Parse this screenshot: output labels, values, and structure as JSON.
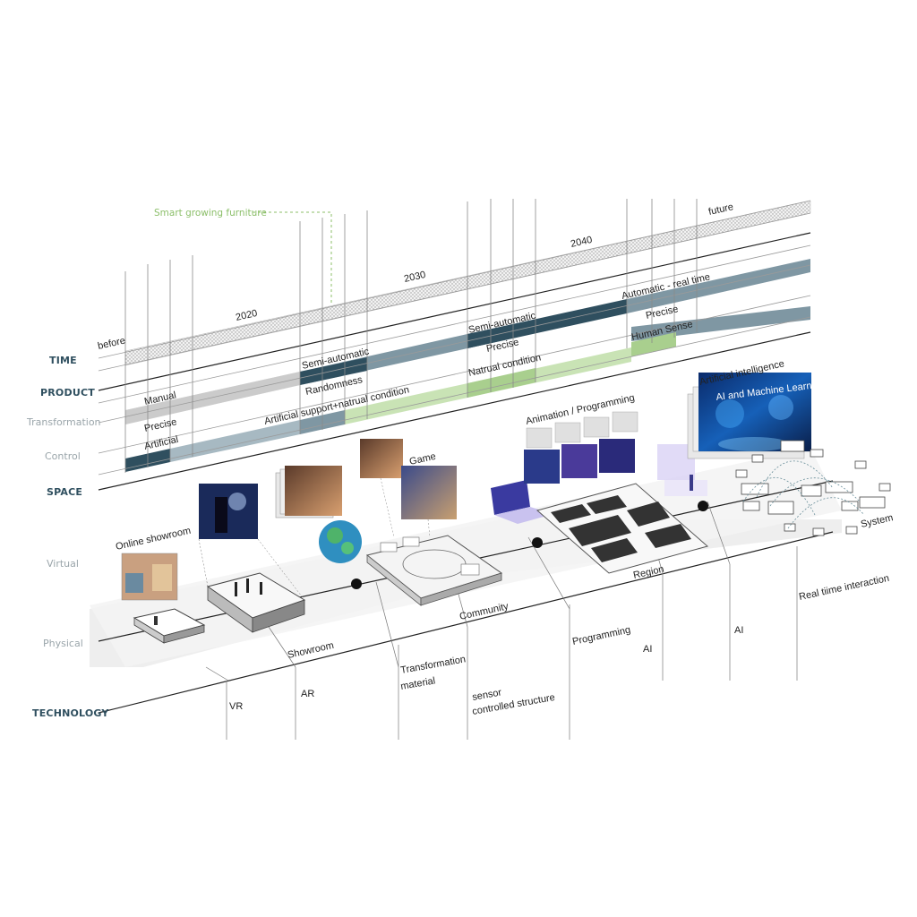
{
  "row_labels": {
    "time": "TIME",
    "product": "PRODUCT",
    "transformation": "Transformation",
    "control": "Control",
    "space": "SPACE",
    "virtual": "Virtual",
    "physical": "Physical",
    "technology": "TECHNOLOGY"
  },
  "annotation": "Smart growing furniture",
  "time": {
    "before": "before",
    "y2020": "2020",
    "y2030": "2030",
    "y2040": "2040",
    "future": "future"
  },
  "product": {
    "manual": "Manual",
    "semi_automatic_1": "Semi-automatic",
    "semi_automatic_2": "Semi-automatic",
    "automatic": "Automatic - real time"
  },
  "transformation": {
    "precise_1": "Precise",
    "randomness": "Randomness",
    "precise_2": "Precise",
    "precise_3": "Precise"
  },
  "control": {
    "artificial": "Artificial",
    "artificial_support": "Artificial support+natrual condition",
    "natural_condition": "Natrual condition",
    "human_sense": "Human Sense"
  },
  "space": {
    "online_showroom": "Online showroom",
    "game": "Game",
    "animation_programming": "Animation / Programming",
    "artificial_intelligence": "Artificial intelligence",
    "ai_panel_title": "AI and Machine Learning",
    "showroom": "Showroom",
    "community": "Community",
    "region": "Region",
    "system": "System"
  },
  "technology": {
    "vr": "VR",
    "ar": "AR",
    "transformation_material_1": "Transformation",
    "transformation_material_2": "material",
    "sensor_1": "sensor",
    "sensor_2": "controlled structure",
    "programming": "Programming",
    "ai_1": "AI",
    "ai_2": "AI",
    "real_time": "Real tiime interaction"
  },
  "colors": {
    "dark_teal": "#2f4f5f",
    "mid_teal": "#7f97a3",
    "light_gray": "#cfcfcf",
    "green": "#a9cf8e",
    "light_green": "#c9e3b5",
    "annotation_green": "#8cbf6a"
  }
}
